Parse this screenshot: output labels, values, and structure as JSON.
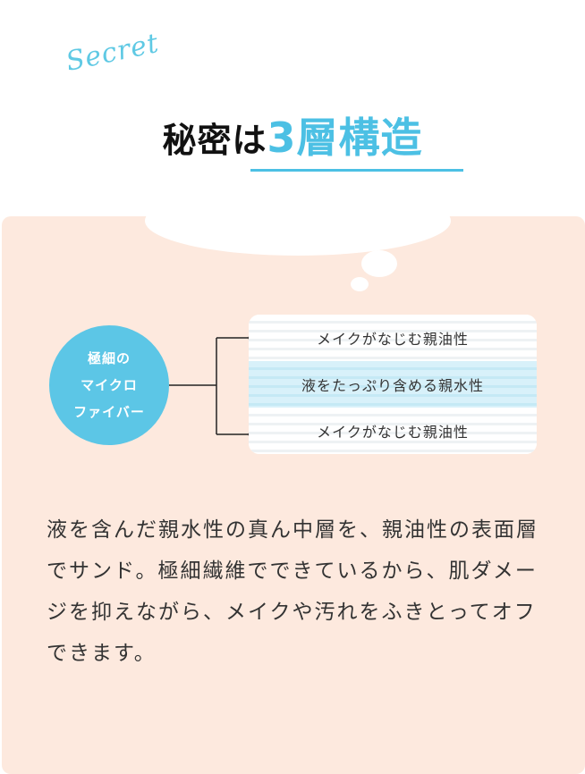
{
  "header": {
    "script_word": "Secret",
    "title_part1": "秘密は",
    "title_part2": "3層構造"
  },
  "diagram": {
    "fiber_label_lines": [
      "極細の",
      "マイクロ",
      "ファイバー"
    ],
    "layers": [
      {
        "label": "メイクがなじむ親油性"
      },
      {
        "label": "液をたっぷり含める親水性"
      },
      {
        "label": "メイクがなじむ親油性"
      }
    ]
  },
  "description": {
    "text": "液を含んだ親水性の真ん中層を、親油性の表面層でサンド。極細繊維でできているから、肌ダメージを抑えながら、メイクや汚れをふきとってオフできます。"
  },
  "colors": {
    "accent": "#4cc0e4",
    "card_bg": "#fde9de"
  }
}
